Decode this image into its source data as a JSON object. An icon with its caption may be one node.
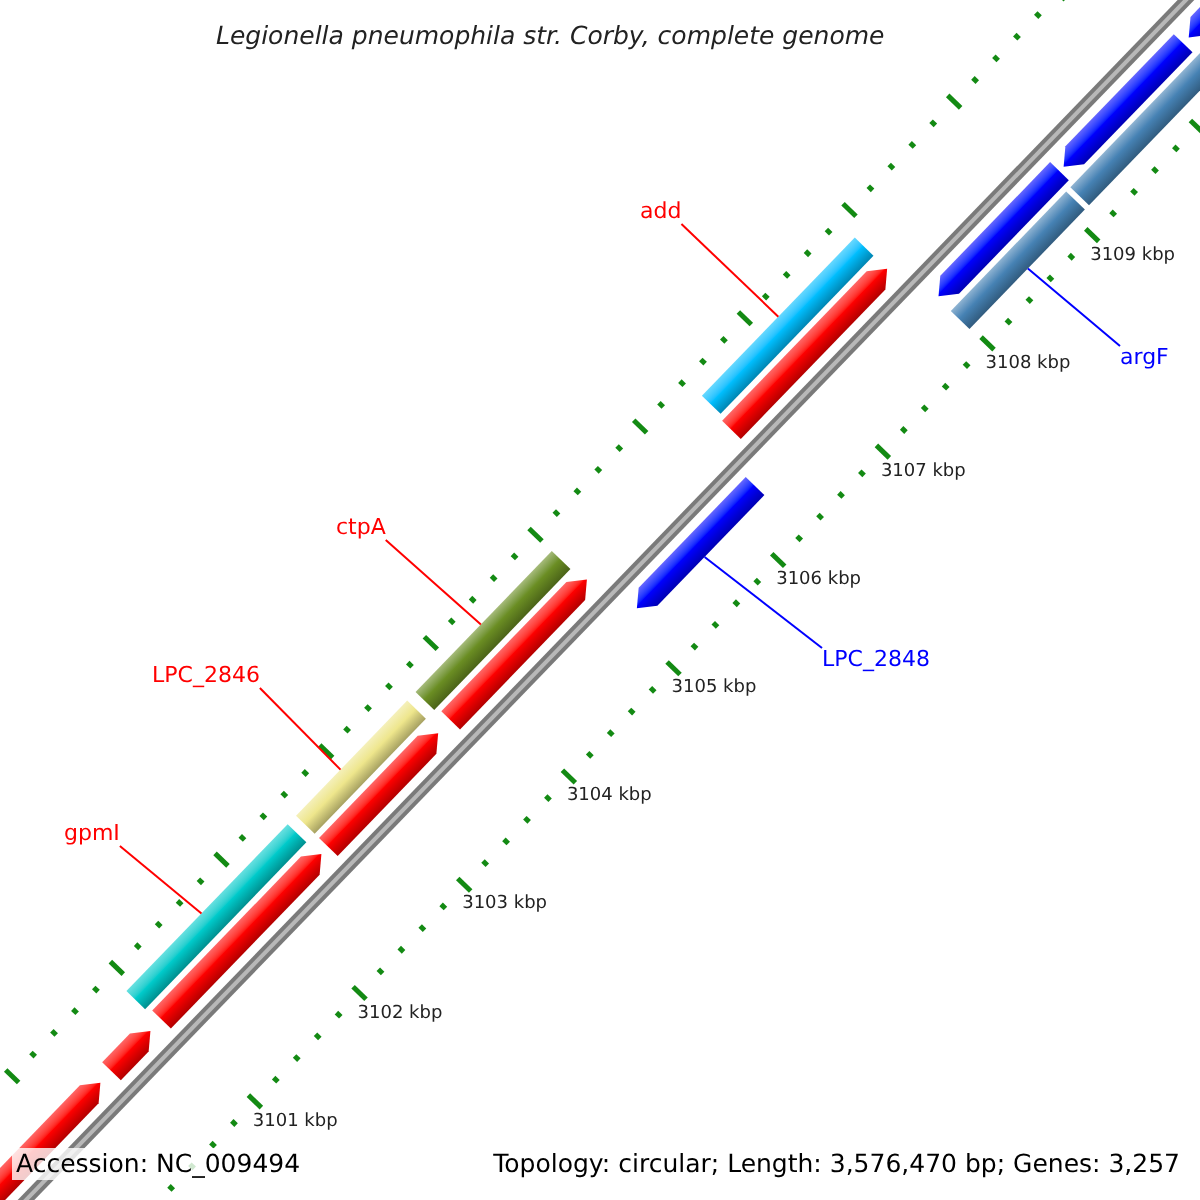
{
  "diagram": {
    "title": "Legionella pneumophila str. Corby, complete genome",
    "nodes": [
      {
        "text": [
          "add"
        ]
      },
      {
        "text": [
          "argF"
        ]
      },
      {
        "text": [
          "ctpA"
        ]
      },
      {
        "text": [
          "LPC_2848"
        ]
      },
      {
        "text": [
          "LPC_2846"
        ]
      },
      {
        "text": [
          "gpmI"
        ]
      }
    ],
    "edges": [
      {
        "from": 0,
        "to": null,
        "arrow": "none"
      },
      {
        "from": 1,
        "to": null,
        "arrow": "none",
        "color": "#0000ff"
      },
      {
        "from": 2,
        "to": null,
        "arrow": "none"
      },
      {
        "from": 3,
        "to": null,
        "arrow": "none",
        "color": "#0000ff"
      },
      {
        "from": 4,
        "to": null,
        "arrow": "none"
      },
      {
        "from": 5,
        "to": null,
        "arrow": "none"
      }
    ],
    "labels": [
      "3109 kbp",
      "3108 kbp",
      "3107 kbp",
      "3106 kbp",
      "3105 kbp",
      "3104 kbp",
      "3103 kbp",
      "3102 kbp",
      "3101 kbp",
      "Accession: NC_009494",
      "Topology: circular; Length: 3,576,470 bp; Genes: 3,257"
    ]
  }
}
